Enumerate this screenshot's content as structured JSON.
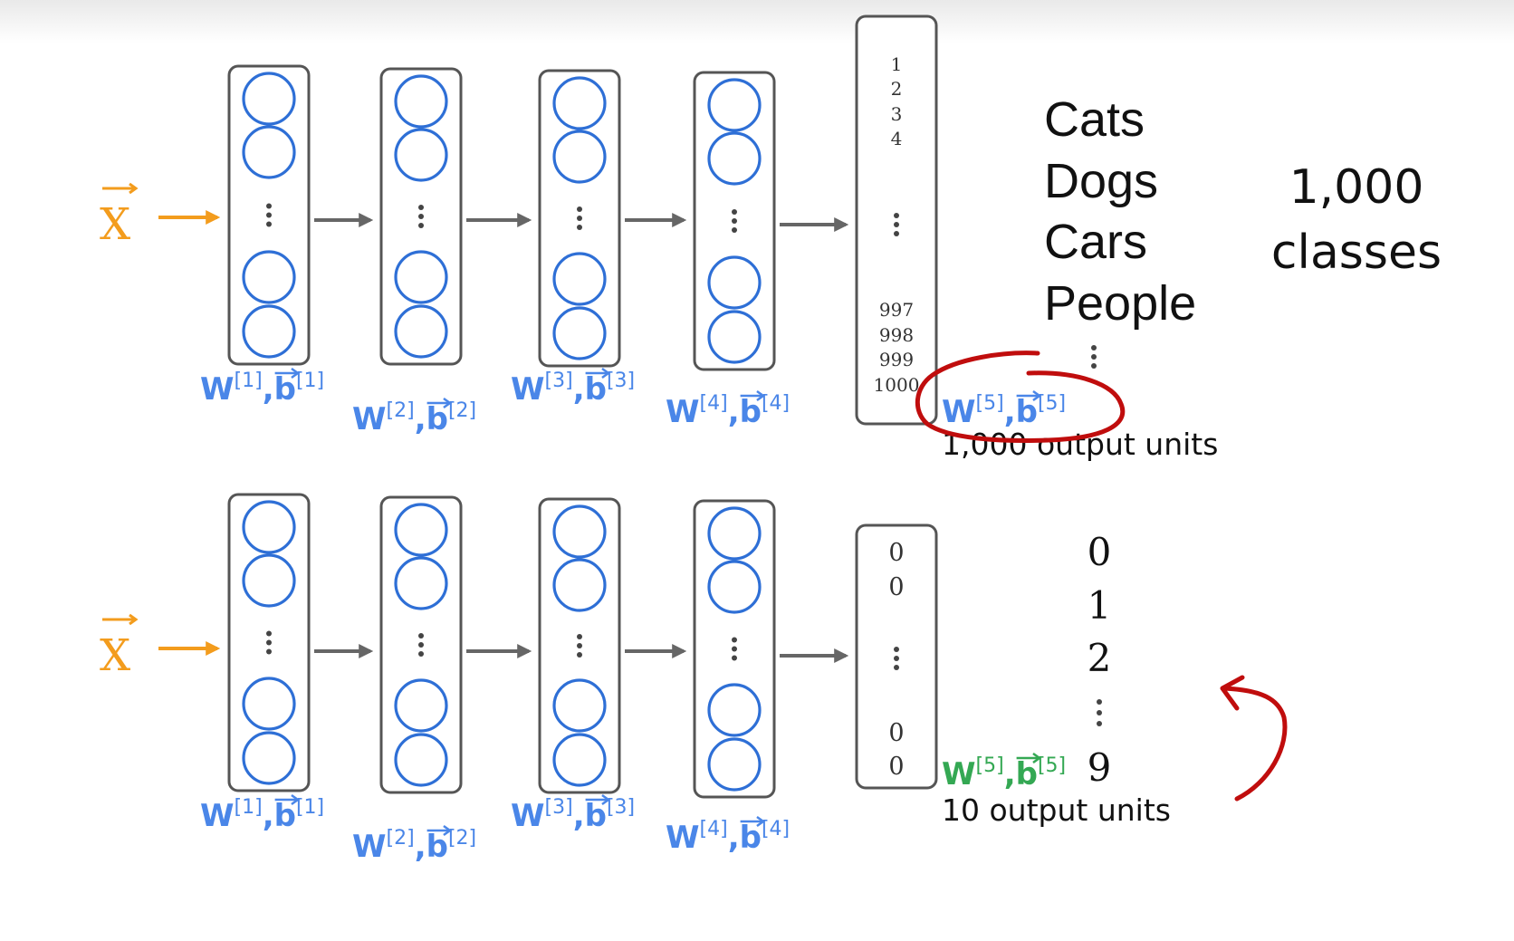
{
  "input_label": "X",
  "top_network": {
    "params": [
      {
        "w": "W",
        "w_sup": "[1]",
        "b": "b",
        "b_sup": "[1]"
      },
      {
        "w": "W",
        "w_sup": "[2]",
        "b": "b",
        "b_sup": "[2]"
      },
      {
        "w": "W",
        "w_sup": "[3]",
        "b": "b",
        "b_sup": "[3]"
      },
      {
        "w": "W",
        "w_sup": "[4]",
        "b": "b",
        "b_sup": "[4]"
      }
    ],
    "output_indices": [
      "1",
      "2",
      "3",
      "4",
      "997",
      "998",
      "999",
      "1000"
    ],
    "output_param": {
      "w": "W",
      "w_sup": "[5]",
      "b": "b",
      "b_sup": "[5]"
    },
    "classes": [
      "Cats",
      "Dogs",
      "Cars",
      "People"
    ],
    "class_count": [
      "1,000",
      "classes"
    ],
    "output_units": "1,000 output units"
  },
  "bottom_network": {
    "params": [
      {
        "w": "W",
        "w_sup": "[1]",
        "b": "b",
        "b_sup": "[1]"
      },
      {
        "w": "W",
        "w_sup": "[2]",
        "b": "b",
        "b_sup": "[2]"
      },
      {
        "w": "W",
        "w_sup": "[3]",
        "b": "b",
        "b_sup": "[3]"
      },
      {
        "w": "W",
        "w_sup": "[4]",
        "b": "b",
        "b_sup": "[4]"
      }
    ],
    "output_values": [
      "0",
      "0",
      "0",
      "0"
    ],
    "output_param": {
      "w": "W",
      "w_sup": "[5]",
      "b": "b",
      "b_sup": "[5]"
    },
    "digits": [
      "0",
      "1",
      "2",
      "9"
    ],
    "output_units": "10 output units"
  },
  "colors": {
    "neuron": "#2e6fd6",
    "param_text": "#4a86e8",
    "new_output_param": "#34a853",
    "input": "#f39c1d",
    "annotation": "#c00d0d"
  }
}
